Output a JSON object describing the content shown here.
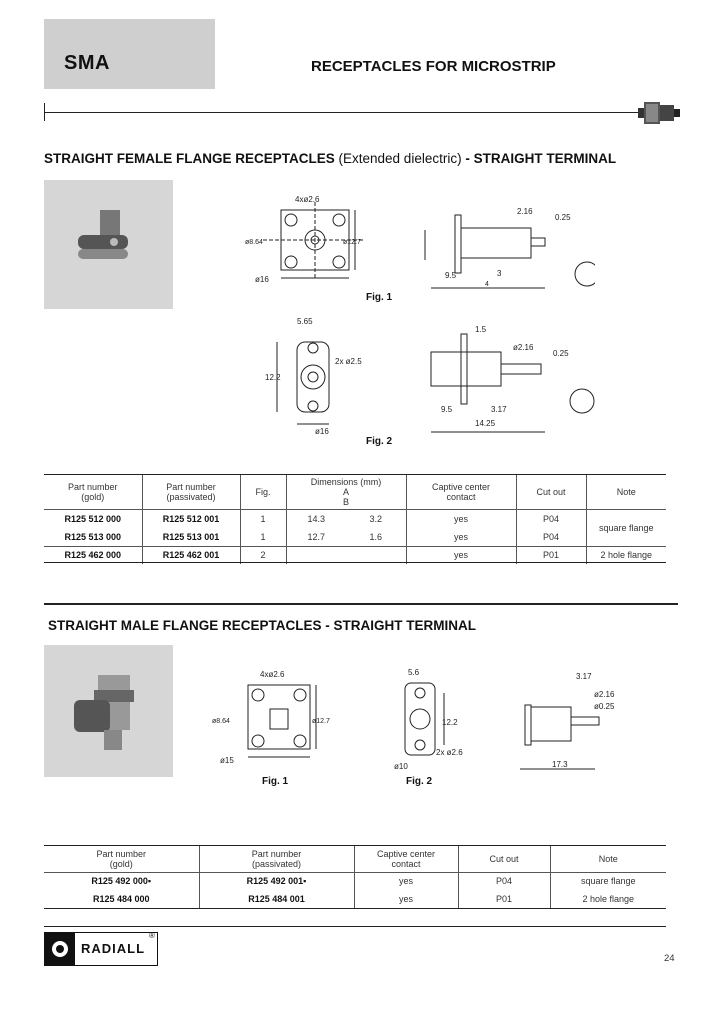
{
  "header": {
    "series": "SMA",
    "title": "RECEPTACLES FOR MICROSTRIP"
  },
  "section1": {
    "title_bold1": "STRAIGHT FEMALE FLANGE RECEPTACLES",
    "title_light": " (Extended dielectric) ",
    "title_bold2": "- STRAIGHT TERMINAL",
    "fig1": {
      "label": "Fig. 1",
      "holes": "4xø2.6",
      "d1": "ø8.64",
      "d2": "ø12.7",
      "side": "ø16",
      "d3": "2.16",
      "d4": "0.25",
      "dA": "9.5",
      "dB": "3",
      "dC": "4"
    },
    "fig2": {
      "label": "Fig. 2",
      "top": "5.65",
      "holes": "2x ø2.5",
      "h": "12.2",
      "side": "ø16",
      "d1": "1.5",
      "d2": "ø2.16",
      "d3": "0.25",
      "dA": "9.5",
      "dB": "3.17",
      "dC": "14.25"
    },
    "table": {
      "headers": {
        "pn_gold": [
          "Part number",
          "(gold)"
        ],
        "pn_pass": [
          "Part number",
          "(passivated)"
        ],
        "fig": "Fig.",
        "dims": "Dimensions (mm)",
        "a": "A",
        "b": "B",
        "captive": [
          "Captive center",
          "contact"
        ],
        "cutout": "Cut out",
        "note": "Note"
      },
      "rows": [
        {
          "gold": "R125 512 000",
          "pass": "R125 512 001",
          "fig": "1",
          "a": "14.3",
          "b": "3.2",
          "captive": "yes",
          "cutout": "P04"
        },
        {
          "gold": "R125 513 000",
          "pass": "R125 513 001",
          "fig": "1",
          "a": "12.7",
          "b": "1.6",
          "captive": "yes",
          "cutout": "P04"
        },
        {
          "gold": "R125 462 000",
          "pass": "R125 462 001",
          "fig": "2",
          "a": "",
          "b": "",
          "captive": "yes",
          "cutout": "P01",
          "note": "2 hole flange"
        }
      ],
      "merged_note": "square flange"
    }
  },
  "section2": {
    "title": "STRAIGHT MALE FLANGE RECEPTACLES - STRAIGHT TERMINAL",
    "fig1": {
      "label": "Fig. 1",
      "holes": "4xø2.6",
      "d1": "ø8.64",
      "d2": "ø12.7",
      "side": "ø15"
    },
    "fig2": {
      "label": "Fig. 2",
      "top": "5.6",
      "h": "12.2",
      "holes": "2x ø2.6",
      "side": "ø10"
    },
    "fig3": {
      "d1": "3.17",
      "d2": "ø2.16",
      "d3": "ø0.25",
      "len": "17.3"
    },
    "table": {
      "headers": {
        "pn_gold": [
          "Part number",
          "(gold)"
        ],
        "pn_pass": [
          "Part number",
          "(passivated)"
        ],
        "captive": [
          "Captive center",
          "contact"
        ],
        "cutout": "Cut out",
        "note": "Note"
      },
      "rows": [
        {
          "gold": "R125 492 000▪",
          "pass": "R125 492 001▪",
          "captive": "yes",
          "cutout": "P04",
          "note": "square flange"
        },
        {
          "gold": "R125 484 000",
          "pass": "R125 484 001",
          "captive": "yes",
          "cutout": "P01",
          "note": "2 hole flange"
        }
      ]
    }
  },
  "footer": {
    "brand": "RADIALL",
    "registered": "®",
    "page": "24"
  }
}
